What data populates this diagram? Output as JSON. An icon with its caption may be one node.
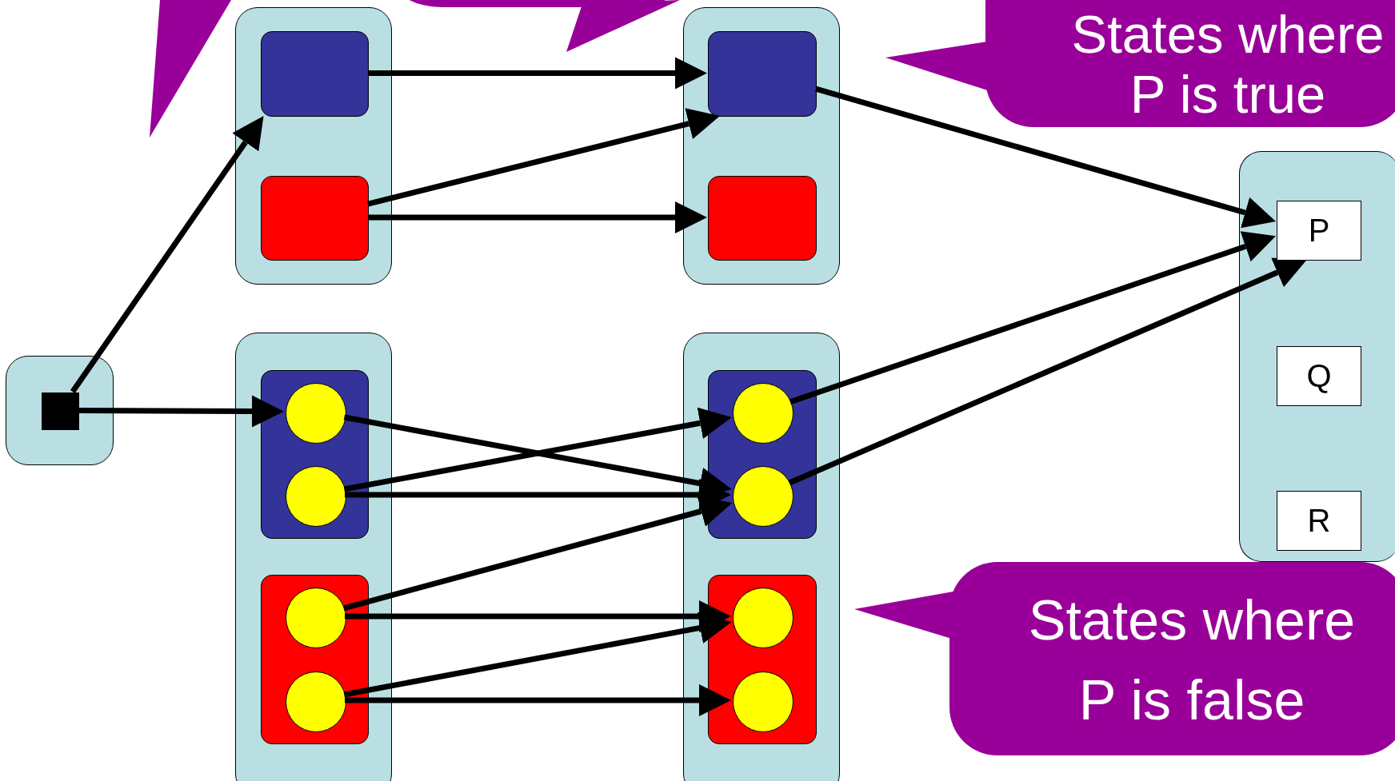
{
  "diagram": {
    "nodes": [
      {
        "text": [],
        "shape": "box"
      },
      {
        "text": [],
        "shape": "box",
        "in": 0
      },
      {
        "text": [],
        "shape": "box"
      },
      {
        "text": [],
        "shape": "box",
        "in": 2
      },
      {
        "text": [],
        "shape": "box",
        "in": 2
      },
      {
        "text": [],
        "shape": "box"
      },
      {
        "text": [],
        "shape": "box",
        "in": 5
      },
      {
        "text": [],
        "shape": "box",
        "in": 5
      },
      {
        "text": [],
        "shape": "box"
      },
      {
        "text": [],
        "shape": "box",
        "in": 8
      },
      {
        "text": [],
        "shape": "circle",
        "in": 9
      },
      {
        "text": [],
        "shape": "circle",
        "in": 9
      },
      {
        "text": [],
        "shape": "box",
        "in": 8
      },
      {
        "text": [],
        "shape": "circle",
        "in": 12
      },
      {
        "text": [],
        "shape": "circle",
        "in": 12
      },
      {
        "text": [],
        "shape": "box"
      },
      {
        "text": [],
        "shape": "box",
        "in": 15
      },
      {
        "text": [],
        "shape": "circle",
        "in": 16
      },
      {
        "text": [],
        "shape": "circle",
        "in": 16
      },
      {
        "text": [],
        "shape": "box",
        "in": 15
      },
      {
        "text": [],
        "shape": "circle",
        "in": 19
      },
      {
        "text": [],
        "shape": "circle",
        "in": 19
      },
      {
        "text": [],
        "shape": "box"
      },
      {
        "text": [
          "P"
        ],
        "in": 22
      },
      {
        "text": [
          "Q"
        ],
        "in": 22
      },
      {
        "text": [
          "R"
        ],
        "in": 22
      },
      {
        "text": [
          "States where P is true"
        ]
      },
      {
        "text": [
          "States where P is false"
        ]
      },
      {
        "text": [],
        "shape": "callout"
      },
      {
        "text": [],
        "shape": "callout"
      }
    ],
    "edges": [
      {
        "from": 1,
        "to": 3,
        "arrow": "to"
      },
      {
        "from": 1,
        "to": 10,
        "arrow": "to"
      },
      {
        "from": 3,
        "to": 6,
        "arrow": "to"
      },
      {
        "from": 4,
        "to": 6,
        "arrow": "to"
      },
      {
        "from": 4,
        "to": 7,
        "arrow": "to"
      },
      {
        "from": 6,
        "to": 23,
        "arrow": "to"
      },
      {
        "from": 10,
        "to": 18,
        "arrow": "to"
      },
      {
        "from": 11,
        "to": 17,
        "arrow": "to"
      },
      {
        "from": 11,
        "to": 18,
        "arrow": "to"
      },
      {
        "from": 13,
        "to": 18,
        "arrow": "to"
      },
      {
        "from": 13,
        "to": 20,
        "arrow": "to"
      },
      {
        "from": 14,
        "to": 20,
        "arrow": "to"
      },
      {
        "from": 14,
        "to": 21,
        "arrow": "to"
      },
      {
        "from": 17,
        "to": 23,
        "arrow": "to"
      },
      {
        "from": 18,
        "to": 23,
        "arrow": "to"
      }
    ]
  }
}
